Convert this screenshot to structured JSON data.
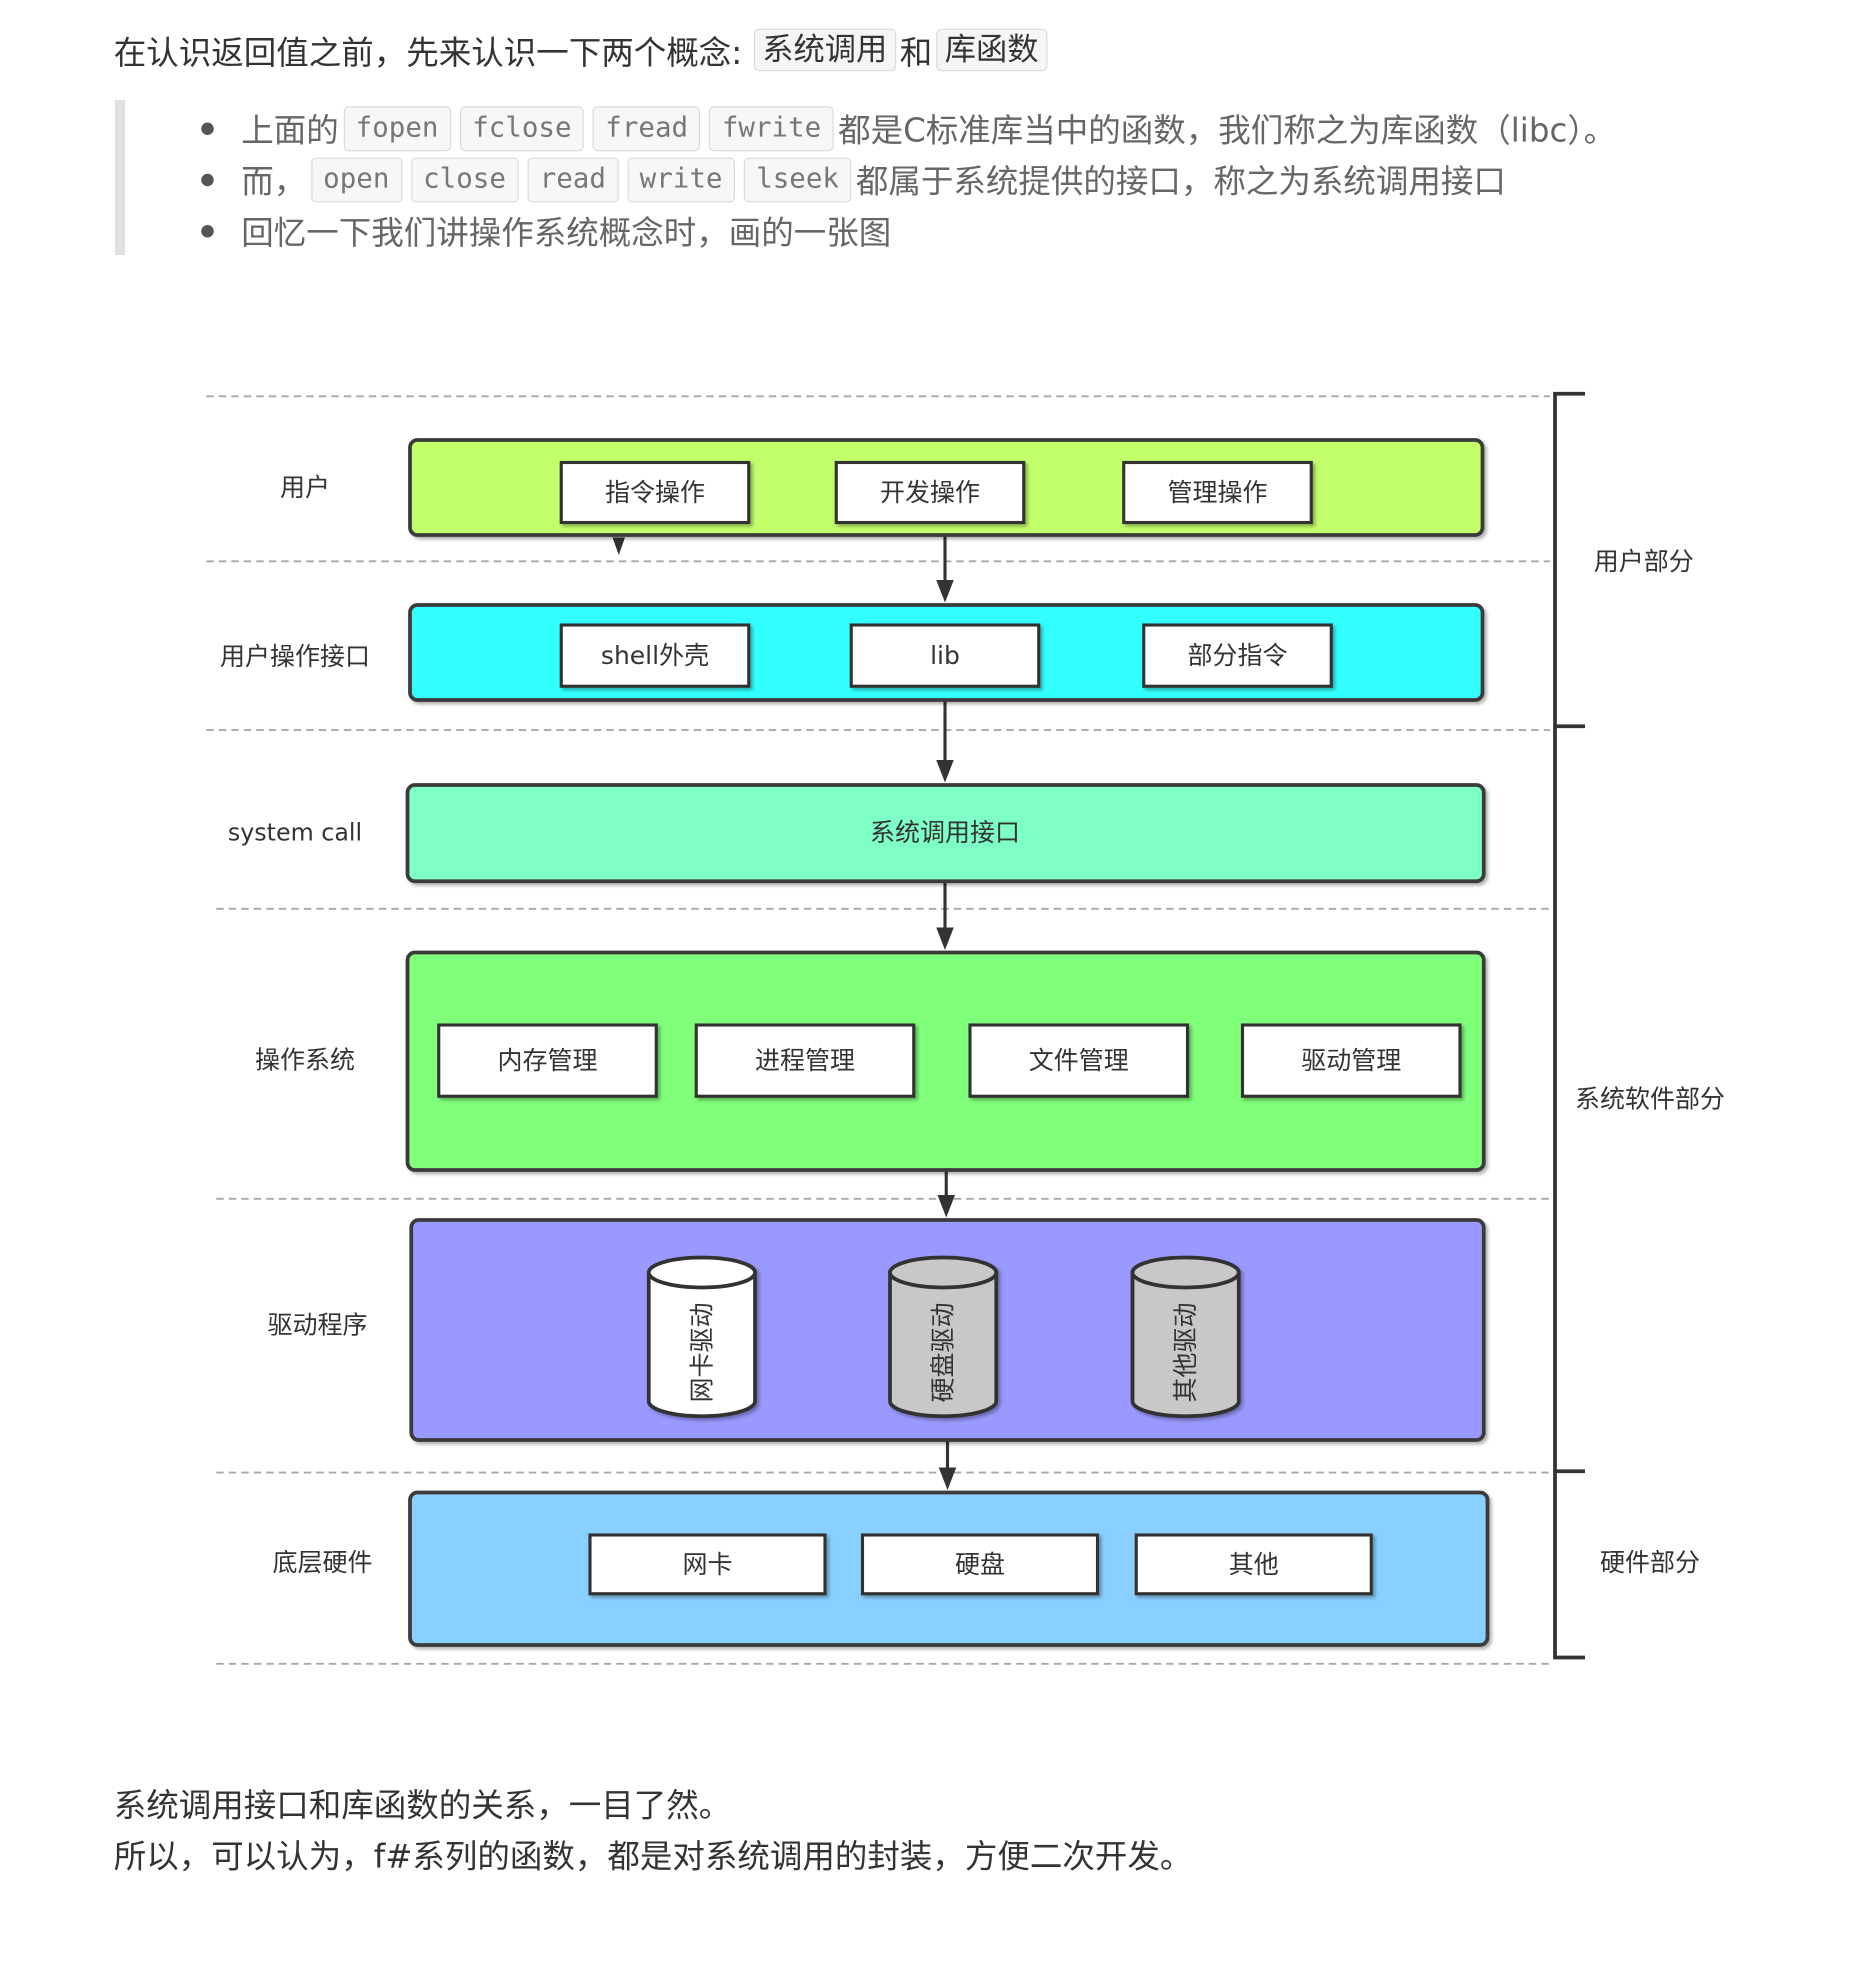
{
  "intro": {
    "text": "在认识返回值之前，先来认识一下两个概念:",
    "concept_1": "系统调用",
    "connector": "和",
    "concept_2": "库函数"
  },
  "quote": {
    "items": [
      {
        "prefix": "上面的",
        "codes": [
          "fopen",
          "fclose",
          "fread",
          "fwrite"
        ],
        "suffix": "都是C标准库当中的函数，我们称之为库函数（libc）。"
      },
      {
        "prefix": "而，",
        "codes": [
          "open",
          "close",
          "read",
          "write",
          "lseek"
        ],
        "suffix": "都属于系统提供的接口，称之为系统调用接口"
      },
      {
        "text": "回忆一下我们讲操作系统概念时，画的一张图"
      }
    ]
  },
  "diagram": {
    "layers": [
      {
        "label": "用户",
        "color": "#c2ff6a",
        "items": [
          "指令操作",
          "开发操作",
          "管理操作"
        ]
      },
      {
        "label": "用户操作接口",
        "color": "#33ffff",
        "items": [
          "shell外壳",
          "lib",
          "部分指令"
        ]
      },
      {
        "label": "system call",
        "color": "#7effc6",
        "items": [
          "系统调用接口"
        ]
      },
      {
        "label": "操作系统",
        "color": "#80ff7a",
        "items": [
          "内存管理",
          "进程管理",
          "文件管理",
          "驱动管理"
        ]
      },
      {
        "label": "驱动程序",
        "color": "#9999ff",
        "items": [
          "网卡驱动",
          "硬盘驱动",
          "其他驱动"
        ]
      },
      {
        "label": "底层硬件",
        "color": "#88d0ff",
        "items": [
          "网卡",
          "硬盘",
          "其他"
        ]
      }
    ],
    "cylinder_fills": [
      "#ffffff",
      "#c8c8c8",
      "#c8c8c8"
    ],
    "groups": [
      "用户部分",
      "系统软件部分",
      "硬件部分"
    ]
  },
  "conclusion": {
    "line_1": "系统调用接口和库函数的关系，一目了然。",
    "line_2": "所以，可以认为，f#系列的函数，都是对系统调用的封装，方便二次开发。"
  }
}
